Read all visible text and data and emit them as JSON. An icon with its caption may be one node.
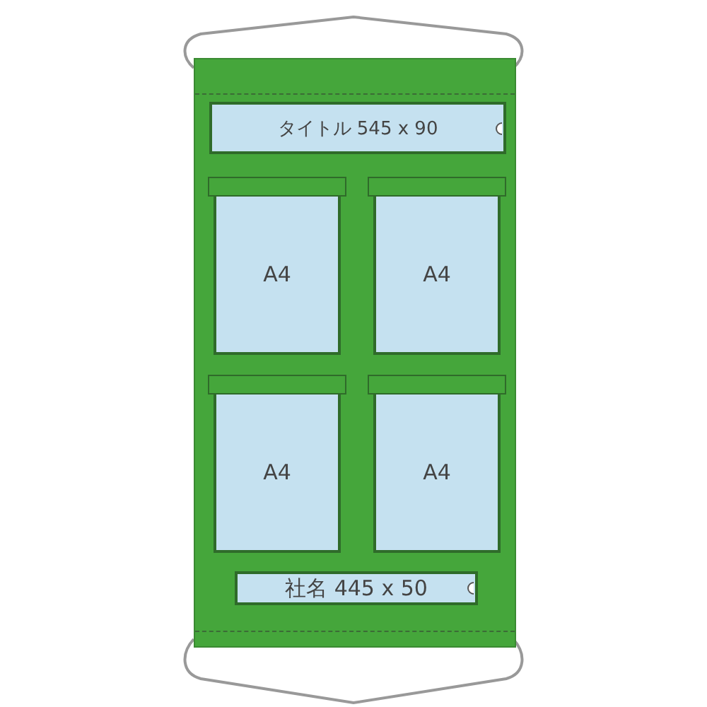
{
  "diagram": {
    "nodes": [
      {
        "text": [],
        "shape": "box"
      },
      {
        "text": [
          "タイトル 545 x 90"
        ],
        "in": 0
      },
      {
        "text": [],
        "shape": "bar",
        "in": 0
      },
      {
        "text": [
          "A4"
        ],
        "in": 0
      },
      {
        "text": [],
        "shape": "bar",
        "in": 0
      },
      {
        "text": [
          "A4"
        ],
        "in": 0
      },
      {
        "text": [],
        "shape": "bar",
        "in": 0
      },
      {
        "text": [
          "A4"
        ],
        "in": 0
      },
      {
        "text": [],
        "shape": "bar",
        "in": 0
      },
      {
        "text": [
          "A4"
        ],
        "in": 0
      },
      {
        "text": [
          "社名 445 x 50"
        ],
        "in": 0
      }
    ],
    "edges": []
  }
}
